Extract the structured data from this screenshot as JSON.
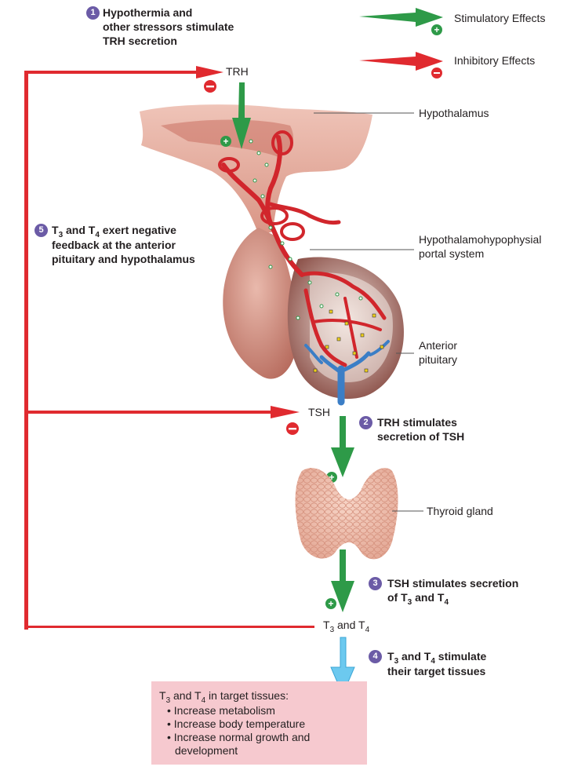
{
  "legend": {
    "stimulatory": "Stimulatory Effects",
    "inhibitory": "Inhibitory Effects"
  },
  "structures": {
    "hypothalamus": "Hypothalamus",
    "portal_line1": "Hypothalamohypophysial",
    "portal_line2": "portal system",
    "anterior_line1": "Anterior",
    "anterior_line2": "pituitary",
    "thyroid": "Thyroid gland"
  },
  "hormones": {
    "trh": "TRH",
    "tsh": "TSH",
    "t3": "T",
    "t4": "T",
    "sub3": "3",
    "sub4": "4",
    "and": " and "
  },
  "steps": [
    {
      "number": "1",
      "lines": [
        "Hypothermia and",
        "other stressors stimulate",
        "TRH secretion"
      ]
    },
    {
      "number": "2",
      "lines": [
        "TRH stimulates",
        "secretion of TSH"
      ]
    },
    {
      "number": "3",
      "line1": "TSH stimulates secretion",
      "line2_prefix": "of "
    },
    {
      "number": "4",
      "line1_suffix": " stimulate",
      "line2": "their target tissues"
    },
    {
      "number": "5",
      "line1_suffix": " exert negative",
      "line2": "feedback at the anterior",
      "line3": "pituitary and hypothalamus"
    }
  ],
  "target_box": {
    "heading_suffix": " in target tissues:",
    "items": [
      "• Increase metabolism",
      "• Increase body temperature",
      "• Increase normal growth and",
      "development"
    ]
  },
  "colors": {
    "stimulatory": "#2e9a48",
    "inhibitory": "#e02a2f",
    "step_badge": "#6b5ba6",
    "target_arrow": "#6cc9ef",
    "box": "#f6c9cf"
  }
}
